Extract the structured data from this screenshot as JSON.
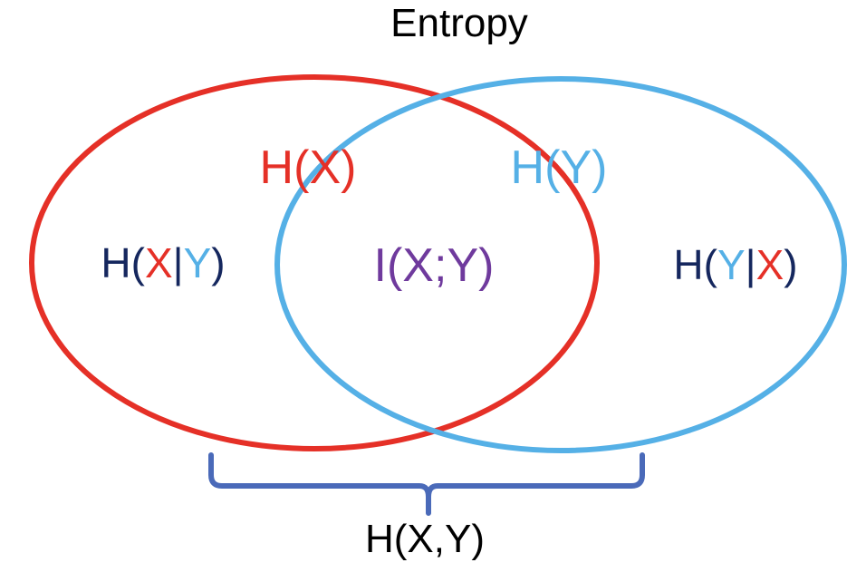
{
  "title": "Entropy",
  "colors": {
    "x": "#e53027",
    "y": "#55b0e6",
    "navy": "#15275e",
    "purple": "#6f3a9d",
    "brace": "#4a6ab9",
    "text": "#000000"
  },
  "labels": {
    "hx": {
      "func": "H",
      "open": "(",
      "var": "X",
      "close": ")"
    },
    "hy": {
      "func": "H",
      "open": "(",
      "var": "Y",
      "close": ")"
    },
    "hx_given_y": {
      "func": "H",
      "open": "(",
      "a": "X",
      "bar": "|",
      "b": "Y",
      "close": ")"
    },
    "hy_given_x": {
      "func": "H",
      "open": "(",
      "a": "Y",
      "bar": "|",
      "b": "X",
      "close": ")"
    },
    "mutual": "I(X;Y)",
    "joint": "H(X,Y)"
  }
}
